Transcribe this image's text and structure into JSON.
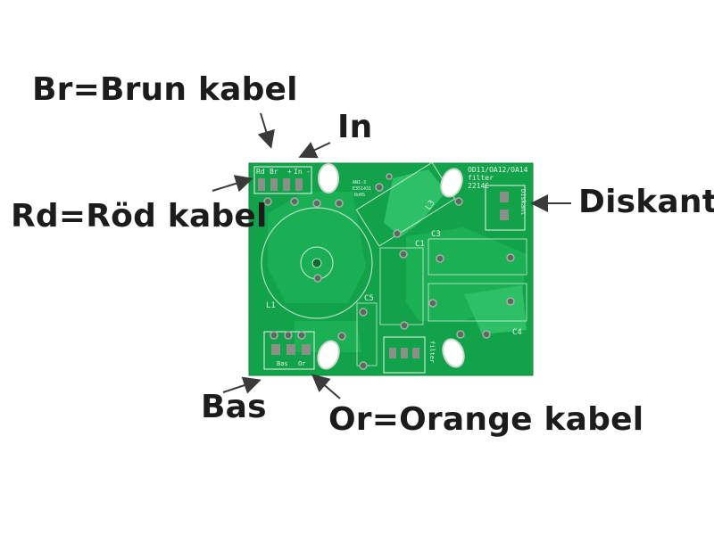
{
  "labels": {
    "brown_wire": "Br=Brun kabel",
    "input": "In",
    "red_wire": "Rd=Röd kabel",
    "tweeter": "Diskant",
    "bass": "Bas",
    "orange_wire": "Or=Orange kabel"
  },
  "board": {
    "header_rd": "Rd",
    "header_br": "Br",
    "header_plus": "+",
    "header_in": "In",
    "header_minus": "-",
    "model_top": "OD11/OA12/OA14",
    "model_filter": "filter",
    "model_code": "2214C",
    "tweeter_silk": "Diskant",
    "l1": "L1",
    "l3": "L3",
    "c1": "C1",
    "c3": "C3",
    "c4": "C4",
    "c5": "C5",
    "bas_connector": "Bas",
    "or_connector": "Or",
    "filter_silk": "filter",
    "center_code1": "ANI-3",
    "center_code2": "E351431",
    "center_code3": "RoHS"
  },
  "colors": {
    "pcb": "#12a24a",
    "trace": "#2dc066",
    "silk": "#e8f2ea",
    "pad": "#8a8f8a",
    "arrow": "#3a3a3a"
  }
}
